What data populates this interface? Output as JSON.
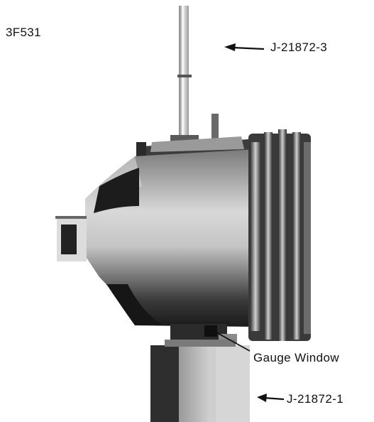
{
  "figure": {
    "id": "3F531",
    "callouts": {
      "top_tool": "J-21872-3",
      "gauge_window": "Gauge Window",
      "bottom_tool": "J-21872-1"
    }
  }
}
